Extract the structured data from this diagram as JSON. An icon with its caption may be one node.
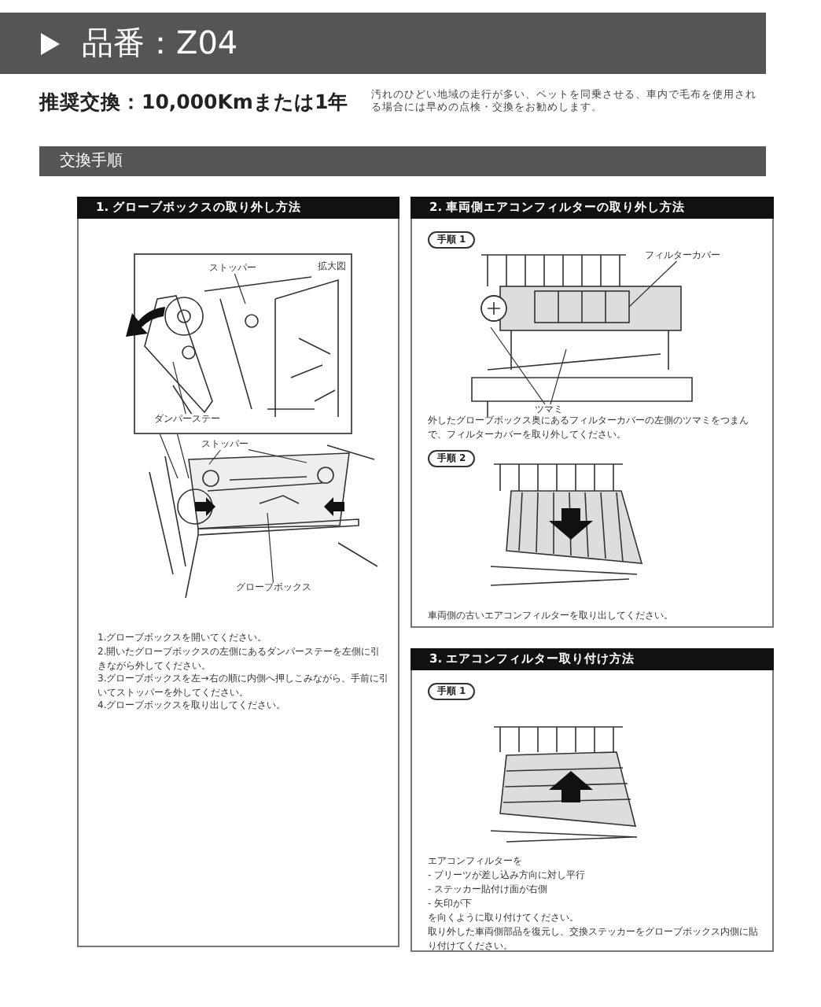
{
  "diagram": {
    "title": "品番：Z04",
    "nodes": [
      {
        "text": [
          "交換手順"
        ]
      },
      {
        "text": [
          "1. グローブボックスの取り外し方法",
          "1.グローブボックスを開いてください。",
          "2.開いたグローブボックスの左側にあるダンパーステーを左側に引きながら外してください。",
          "3.グローブボックスを左→右の順に内側へ押しこみながら、手前に引いてストッパーを外してください。",
          "4.グローブボックスを取り出してください。"
        ]
      },
      {
        "text": [
          "拡大図"
        ],
        "in": 1
      },
      {
        "text": [
          "ストッパー"
        ],
        "in": 2
      },
      {
        "text": [
          "ダンパーステー"
        ],
        "in": 2
      },
      {
        "text": [
          "ストッパー"
        ],
        "in": 1
      },
      {
        "text": [
          "グローブボックス"
        ],
        "in": 1
      },
      {
        "text": [
          "2. 車両側エアコンフィルターの取り外し方法",
          "外したグローブボックス奥にあるフィルターカバーの左側のツマミをつまんで、フィルターカバーを取り外してください。",
          "車両側の古いエアコンフィルターを取り出してください。"
        ]
      },
      {
        "text": [
          "手順 1"
        ],
        "in": 7
      },
      {
        "text": [
          "フィルターカバー"
        ],
        "in": 7
      },
      {
        "text": [
          "ツマミ"
        ],
        "in": 7
      },
      {
        "text": [
          "手順 2"
        ],
        "in": 7
      },
      {
        "text": [
          "3. エアコンフィルター取り付け方法",
          "エアコンフィルターを",
          "- プリーツが差し込み方向に対し平行",
          "- ステッカー貼付け面が右側",
          "- 矢印が下",
          "を向くように取り付けてください。",
          "取り外した車両側部品を復元し、交換ステッカーをグローブボックス内側に貼り付けてください。"
        ]
      },
      {
        "text": [
          "手順 1"
        ],
        "in": 12
      }
    ],
    "edges": [
      {
        "from": 3,
        "to": null,
        "arrow": "none"
      },
      {
        "from": 4,
        "to": null,
        "arrow": "none"
      },
      {
        "from": 5,
        "to": null,
        "arrow": "none"
      },
      {
        "from": 5,
        "to": null,
        "arrow": "none"
      },
      {
        "from": 6,
        "to": null,
        "arrow": "none"
      },
      {
        "from": 9,
        "to": null,
        "arrow": "none"
      },
      {
        "from": 10,
        "to": null,
        "arrow": "none"
      },
      {
        "from": 10,
        "to": null,
        "arrow": "none"
      },
      {
        "from": 2,
        "to": null,
        "arrow": "none"
      },
      {
        "from": 2,
        "to": null,
        "arrow": "none"
      }
    ],
    "labels": [
      "推奨交換：10,000Kmまたは1年",
      "汚れのひどい地域の走行が多い、ペットを同乗させる、車内で毛布を使用される場合には早めの点検・交換をお勧めします。"
    ]
  }
}
